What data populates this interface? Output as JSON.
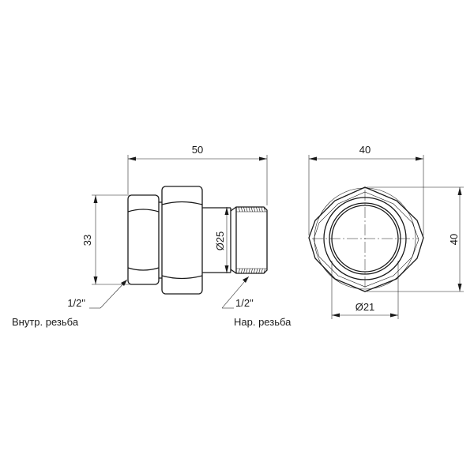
{
  "side_view": {
    "overall_length": "50",
    "height": "33",
    "thread_diameter": "Ø25",
    "left_thread_size": "1/2\"",
    "left_thread_type": "Внутр. резьба",
    "right_thread_size": "1/2\"",
    "right_thread_type": "Нар. резьба"
  },
  "end_view": {
    "width": "40",
    "height": "40",
    "bore_diameter": "Ø21"
  }
}
